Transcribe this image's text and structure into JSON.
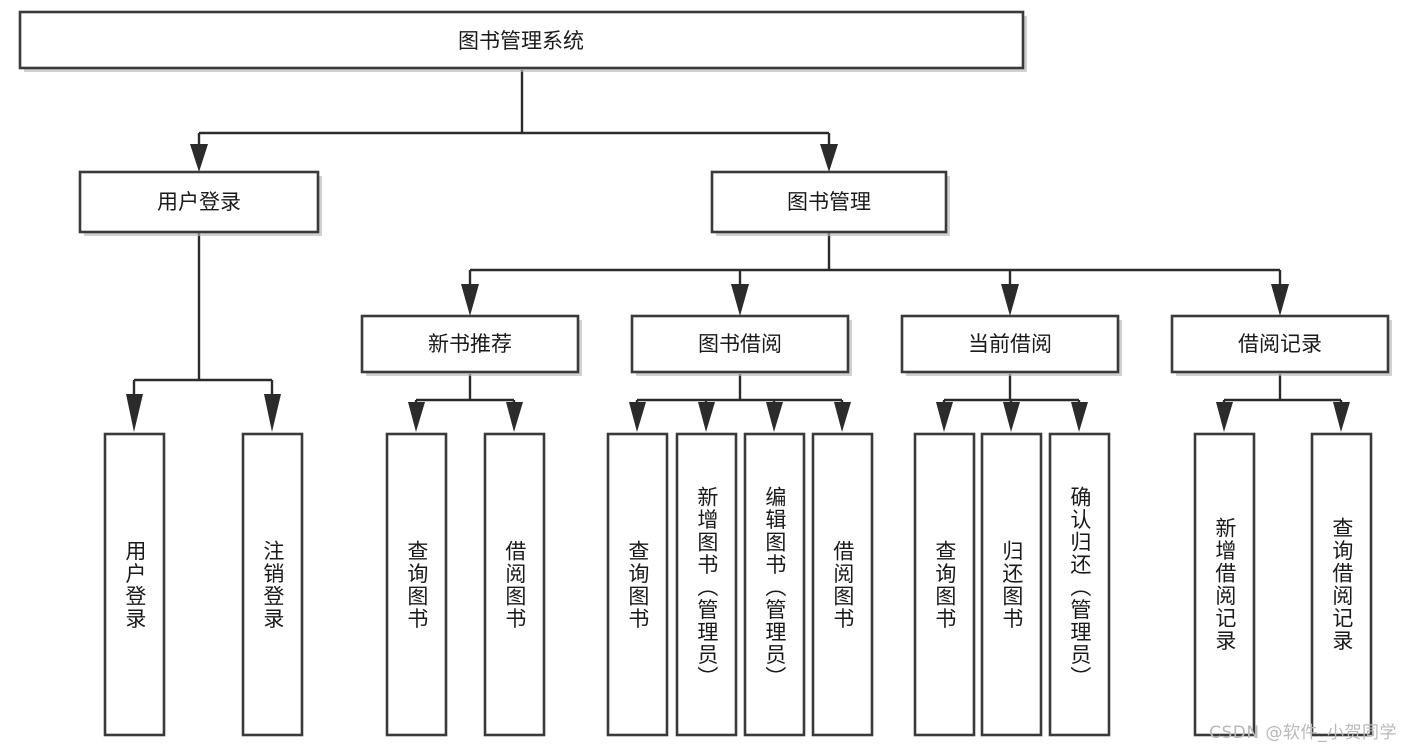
{
  "diagram": {
    "type": "hierarchy-tree",
    "title": "图书管理系统",
    "watermark": "CSDN @软件_小贺同学",
    "colors": {
      "box_stroke": "#3a3a3a",
      "box_fill": "#ffffff",
      "connector": "#2b2b2b",
      "text": "#1a1a1a",
      "watermark": "#b9b9b9",
      "background": "#ffffff"
    },
    "root": {
      "label": "图书管理系统",
      "orientation": "horizontal"
    },
    "level2": [
      {
        "label": "用户登录",
        "orientation": "horizontal"
      },
      {
        "label": "图书管理",
        "orientation": "horizontal"
      }
    ],
    "level3": [
      {
        "label": "新书推荐",
        "orientation": "horizontal",
        "parent": "图书管理"
      },
      {
        "label": "图书借阅",
        "orientation": "horizontal",
        "parent": "图书管理"
      },
      {
        "label": "当前借阅",
        "orientation": "horizontal",
        "parent": "图书管理"
      },
      {
        "label": "借阅记录",
        "orientation": "horizontal",
        "parent": "图书管理"
      }
    ],
    "leaves": {
      "user_login": [
        {
          "label": "用户登录",
          "orientation": "vertical"
        },
        {
          "label": "注销登录",
          "orientation": "vertical"
        }
      ],
      "new_book_recommend": [
        {
          "label": "查询图书",
          "orientation": "vertical"
        },
        {
          "label": "借阅图书",
          "orientation": "vertical"
        }
      ],
      "book_borrow": [
        {
          "label": "查询图书",
          "orientation": "vertical"
        },
        {
          "label": "新增图书（管理员）",
          "orientation": "vertical"
        },
        {
          "label": "编辑图书（管理员）",
          "orientation": "vertical"
        },
        {
          "label": "借阅图书",
          "orientation": "vertical"
        }
      ],
      "current_borrow": [
        {
          "label": "查询图书",
          "orientation": "vertical"
        },
        {
          "label": "归还图书",
          "orientation": "vertical"
        },
        {
          "label": "确认归还（管理员）",
          "orientation": "vertical"
        }
      ],
      "borrow_record": [
        {
          "label": "新增借阅记录",
          "orientation": "vertical"
        },
        {
          "label": "查询借阅记录",
          "orientation": "vertical"
        }
      ]
    }
  }
}
